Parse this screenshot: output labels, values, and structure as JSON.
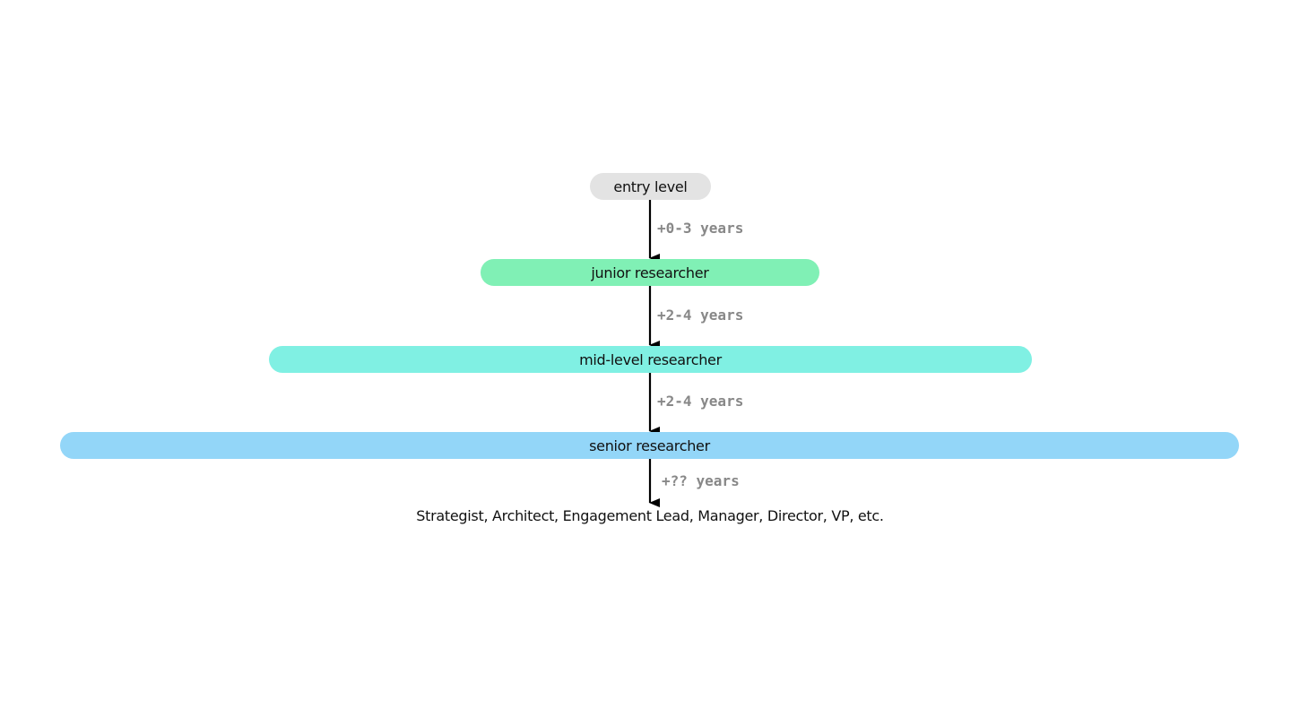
{
  "stages": [
    {
      "label": "entry level",
      "color": "#e3e3e3"
    },
    {
      "label": "junior researcher",
      "color": "#80f0b5"
    },
    {
      "label": "mid-level researcher",
      "color": "#80f0e3"
    },
    {
      "label": "senior researcher",
      "color": "#93d6f8"
    }
  ],
  "transitions": [
    {
      "label": "+0-3 years"
    },
    {
      "label": "+2-4 years"
    },
    {
      "label": "+2-4 years"
    },
    {
      "label": "+?? years"
    }
  ],
  "outcome": "Strategist, Architect, Engagement Lead, Manager, Director, VP, etc."
}
